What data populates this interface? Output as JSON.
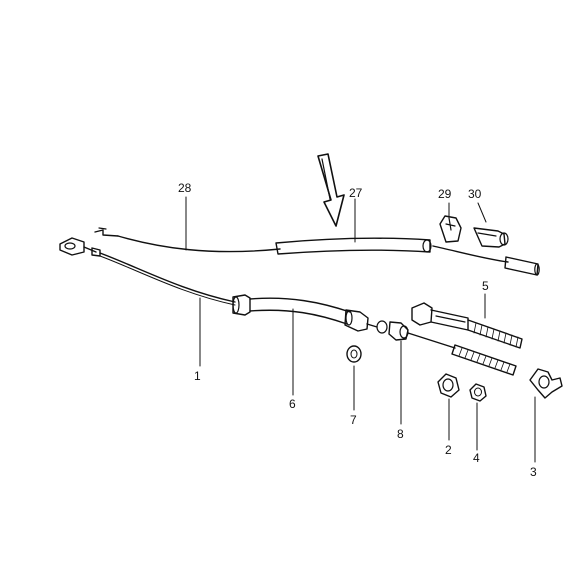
{
  "callouts": {
    "c1": "1",
    "c2": "2",
    "c3": "3",
    "c4": "4",
    "c5": "5",
    "c6": "6",
    "c7": "7",
    "c8": "8",
    "c27": "27",
    "c28": "28",
    "c29": "29",
    "c30": "30"
  },
  "colors": {
    "ink": "#111111",
    "paper": "#ffffff"
  }
}
